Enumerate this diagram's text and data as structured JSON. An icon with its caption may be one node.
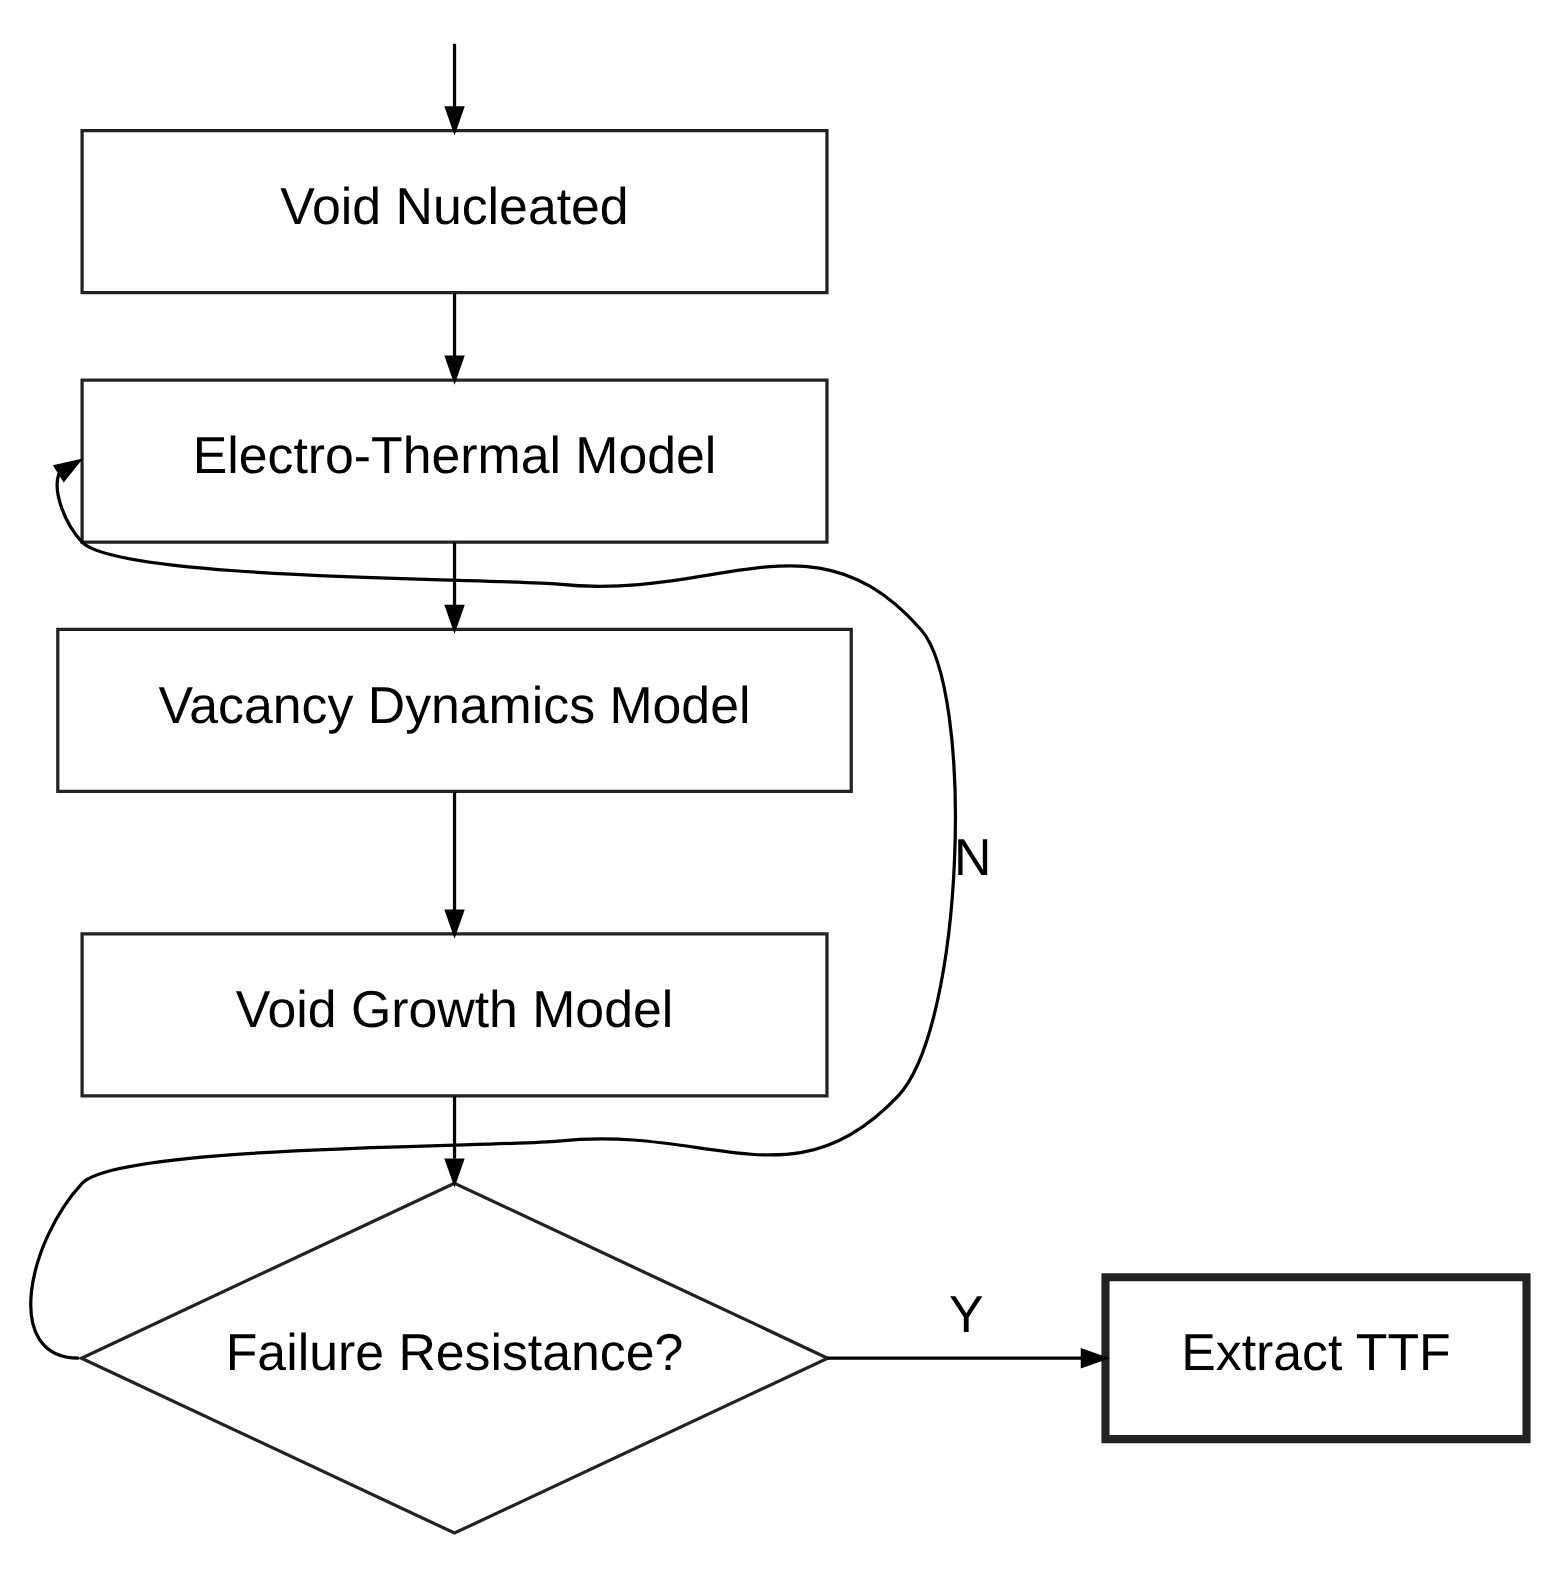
{
  "diagram": {
    "nodes": [
      {
        "text": [
          "Void Nucleated"
        ]
      },
      {
        "text": [
          "Electro-Thermal Model"
        ]
      },
      {
        "text": [
          "Vacancy Dynamics Model"
        ]
      },
      {
        "text": [
          "Void Growth Model"
        ]
      },
      {
        "text": [
          "Failure Resistance?"
        ]
      },
      {
        "text": [
          "Extract TTF"
        ]
      }
    ],
    "edges": [
      {
        "from": null,
        "to": 0,
        "arrow": "to"
      },
      {
        "from": 0,
        "to": 1,
        "arrow": "to"
      },
      {
        "from": 1,
        "to": 2,
        "arrow": "to"
      },
      {
        "from": 2,
        "to": 3,
        "arrow": "to"
      },
      {
        "from": 3,
        "to": 4,
        "arrow": "to"
      },
      {
        "from": 4,
        "to": 1,
        "arrow": "to",
        "label": "N"
      },
      {
        "from": 4,
        "to": 5,
        "arrow": "to",
        "label": "Y"
      }
    ]
  }
}
